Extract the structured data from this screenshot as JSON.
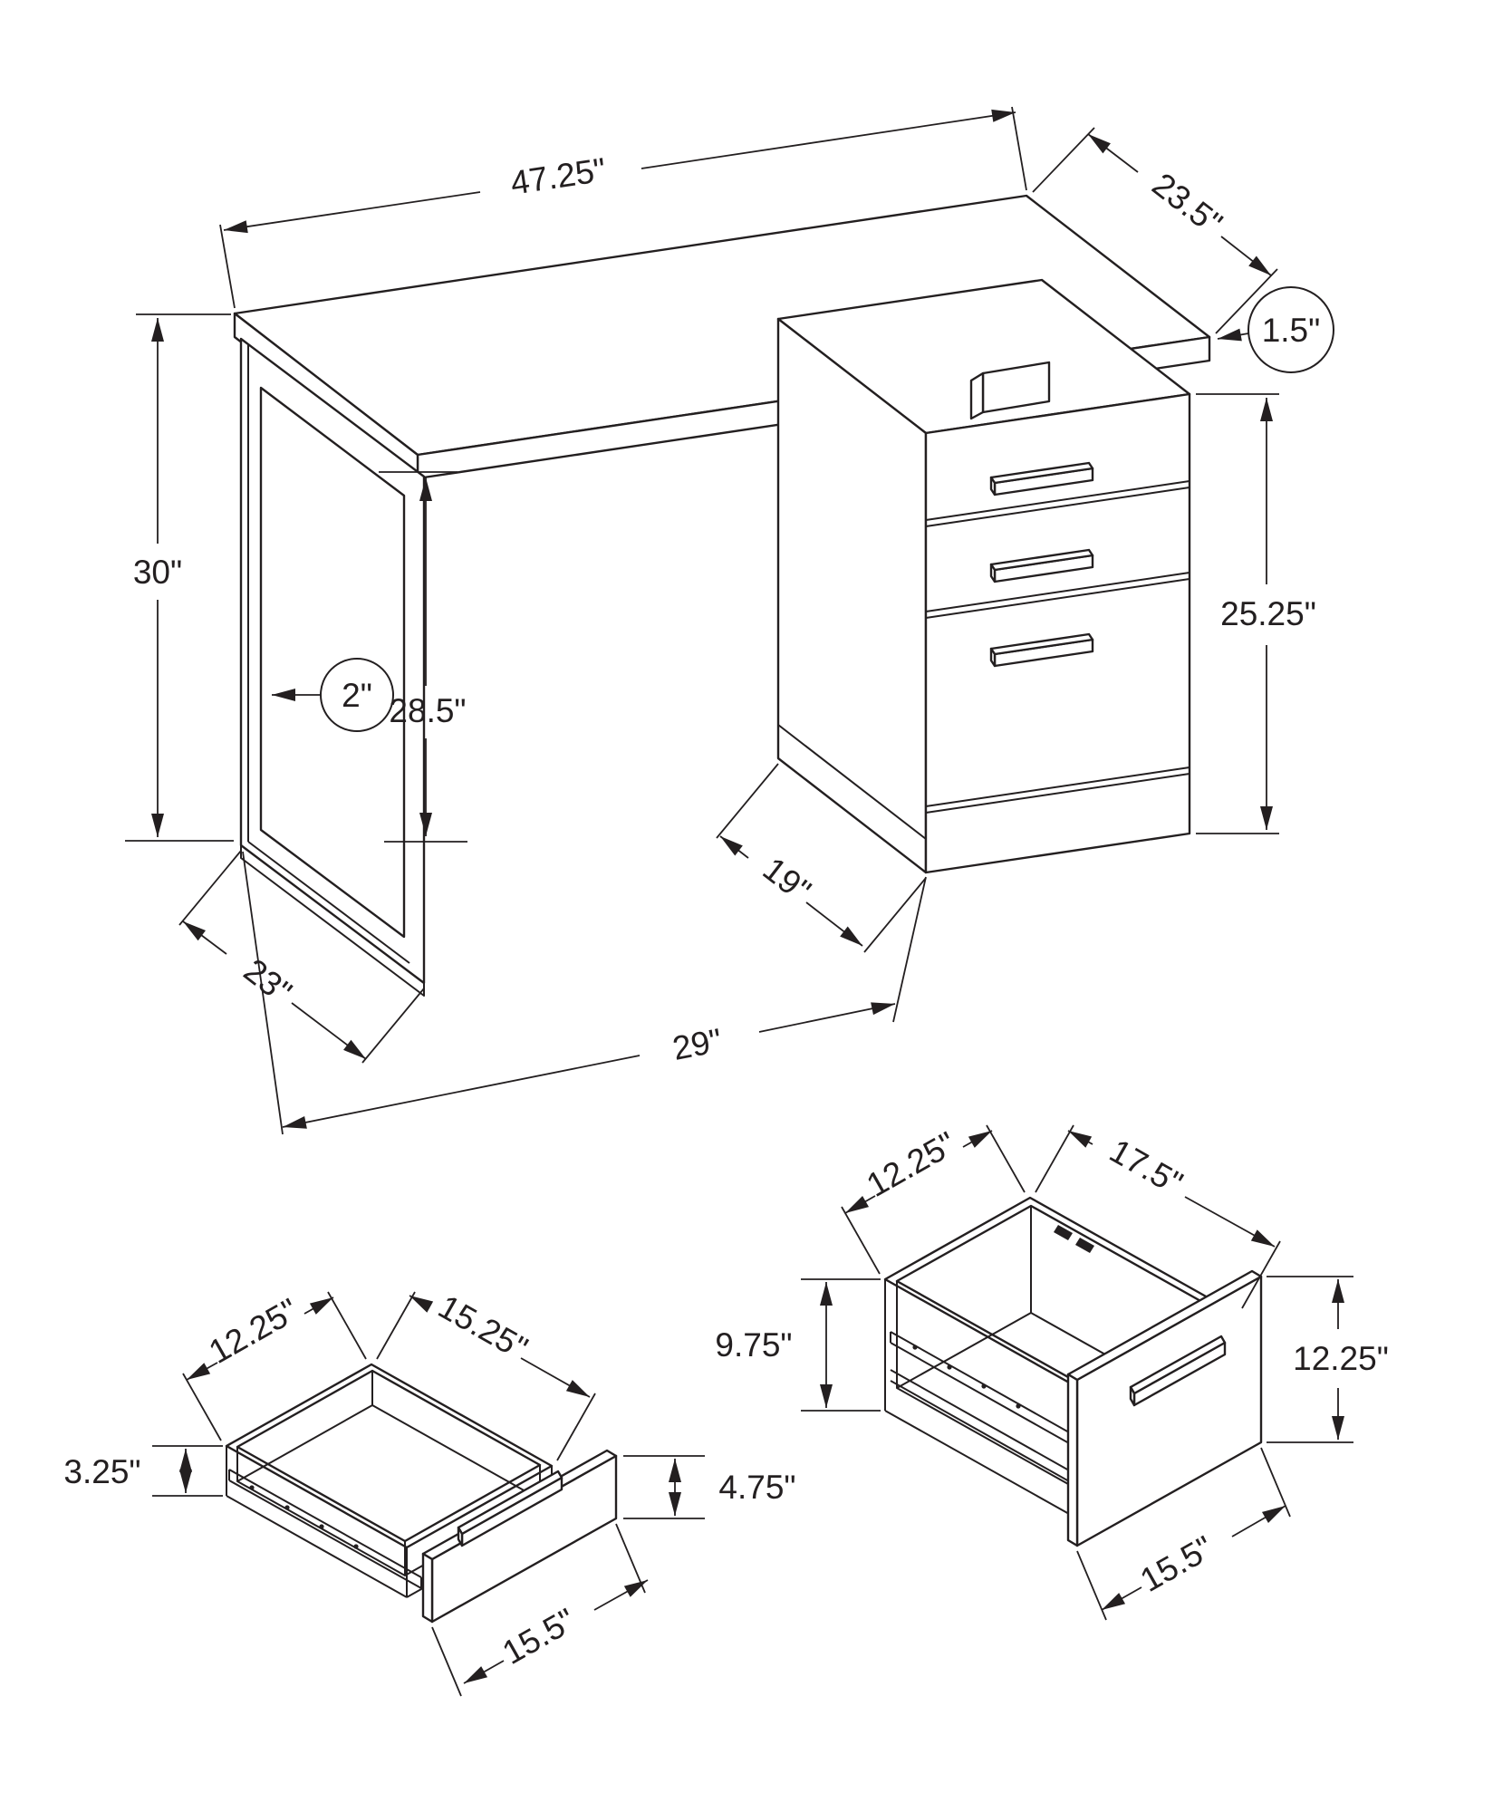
{
  "figure": {
    "kind": "furniture dimension drawing",
    "views": [
      "assembled desk isometric",
      "small drawer isometric",
      "file drawer isometric"
    ],
    "line_color": "#231f20",
    "background_color": "#ffffff"
  },
  "desk_view": {
    "dims": {
      "top_length": "47.25\"",
      "top_depth": "23.5\"",
      "top_thickness": "1.5\"",
      "overall_height": "30\"",
      "leg_thickness": "2\"",
      "clearance_height": "28.5\"",
      "cabinet_height": "25.25\"",
      "cabinet_depth": "19\"",
      "leg_depth": "23\"",
      "knee_span": "29\""
    }
  },
  "small_drawer_view": {
    "dims": {
      "inner_width": "12.25\"",
      "inner_depth": "15.25\"",
      "side_height": "3.25\"",
      "front_height": "4.75\"",
      "front_width": "15.5\""
    }
  },
  "file_drawer_view": {
    "dims": {
      "inner_width": "12.25\"",
      "inner_depth": "17.5\"",
      "side_height": "9.75\"",
      "front_height": "12.25\"",
      "front_width": "15.5\""
    }
  }
}
